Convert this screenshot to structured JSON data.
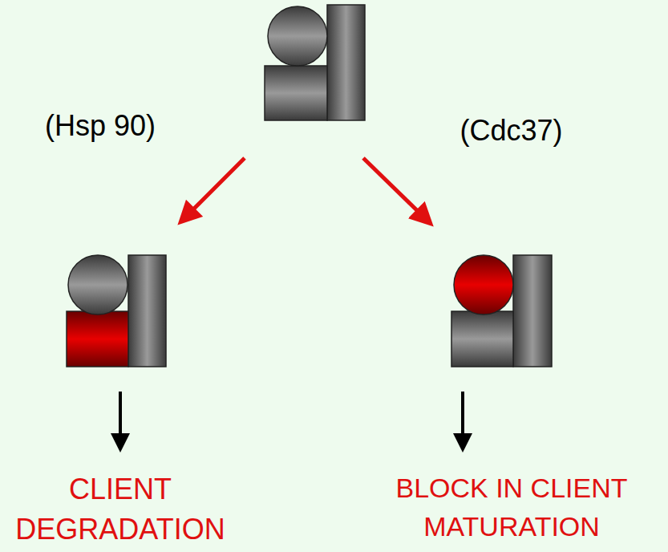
{
  "diagram": {
    "labels": [
      "(Hsp 90)",
      "(Cdc37)",
      "CLIENT DEGRADATION",
      "BLOCK IN CLIENT MATURATION"
    ]
  }
}
